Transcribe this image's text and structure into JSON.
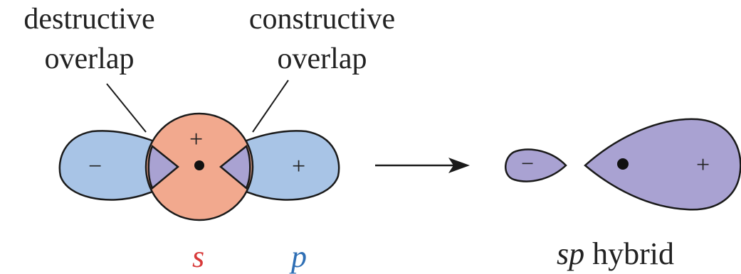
{
  "labels": {
    "destructive_line1": "destructive",
    "destructive_line2": "overlap",
    "constructive_line1": "constructive",
    "constructive_line2": "overlap",
    "s": "s",
    "p": "p",
    "sp_italic": "sp",
    "hybrid": "hybrid"
  },
  "signs": {
    "p_left": "−",
    "s_top": "+",
    "p_right": "+",
    "hybrid_small": "−",
    "hybrid_large": "+"
  },
  "colors": {
    "p_orbital": "#a8c4e6",
    "s_orbital": "#f2a98e",
    "overlap": "#a9a2d2",
    "hybrid": "#a9a2d2",
    "outline": "#1a1a1a",
    "s_label": "#d83a3a",
    "p_label": "#2f6fb5"
  }
}
